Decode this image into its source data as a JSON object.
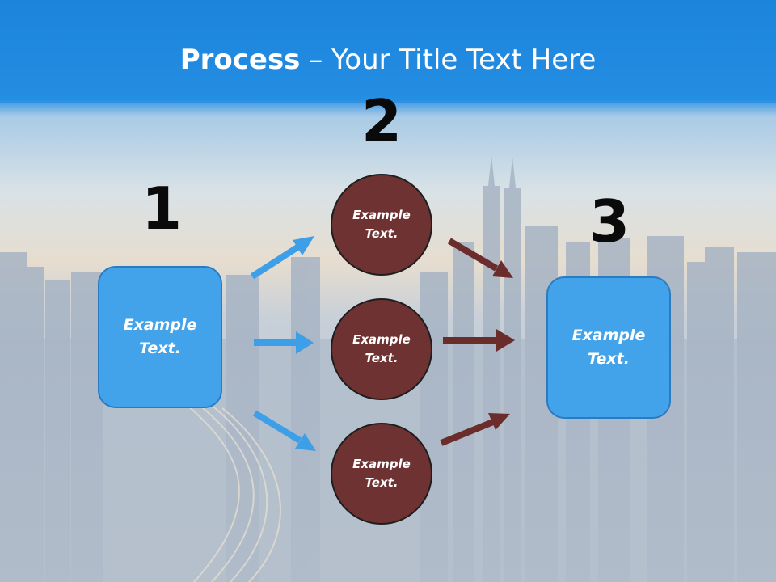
{
  "slide": {
    "title_bold": "Process",
    "title_rest": " – Your Title Text Here",
    "colors": {
      "header_blue": "#1e8be0",
      "box_fill": "#43a3ea",
      "box_border": "#2b7bc0",
      "circle_fill": "#6e3232",
      "blue_arrow": "#3d9fe8",
      "brown_arrow": "#6b2c2c"
    }
  },
  "steps": {
    "step1": {
      "number": "1",
      "text": "Example\nText."
    },
    "step2": {
      "number": "2",
      "circles": [
        {
          "text": "Example\nText."
        },
        {
          "text": "Example\nText."
        },
        {
          "text": "Example\nText."
        }
      ]
    },
    "step3": {
      "number": "3",
      "text": "Example\nText."
    }
  }
}
